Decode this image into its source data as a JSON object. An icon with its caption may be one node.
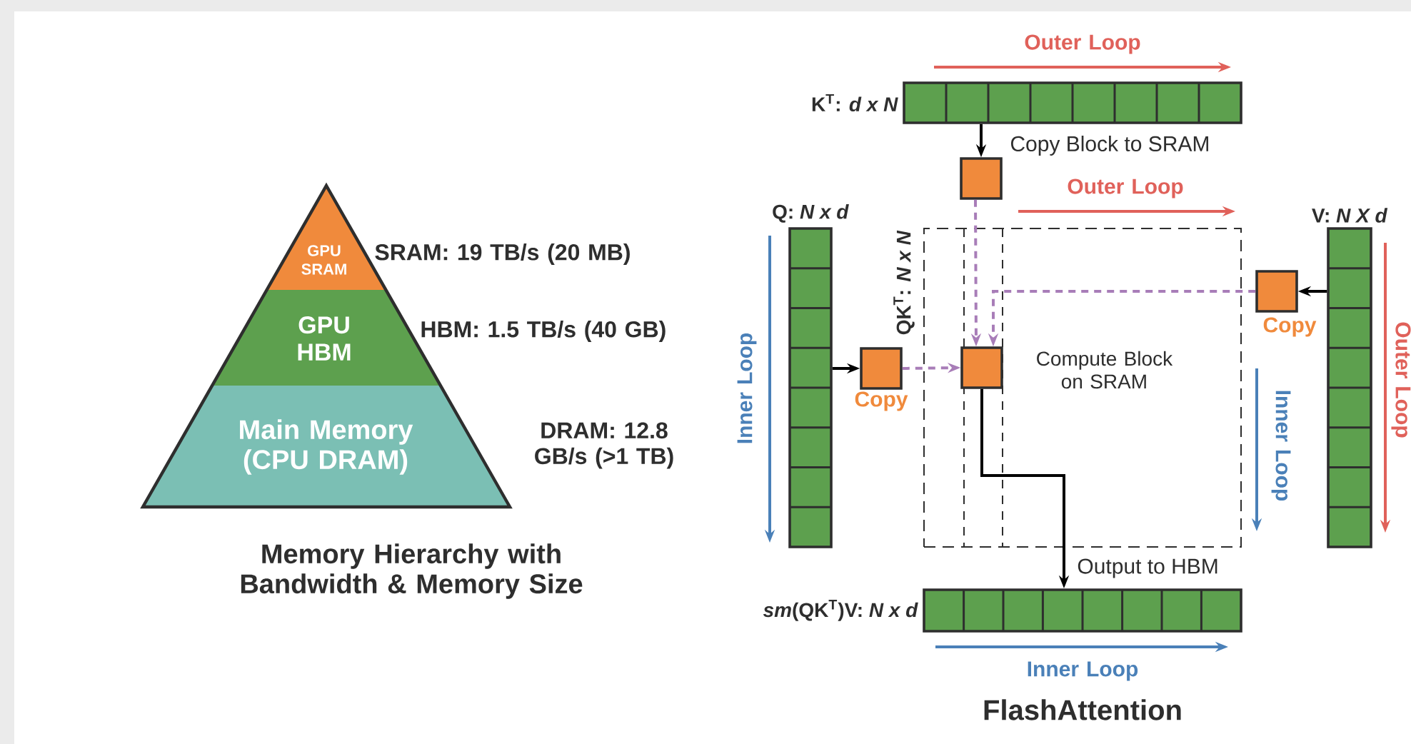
{
  "diagram": {
    "nodes": [
      {
        "text": [
          "GPU SRAM"
        ],
        "beside": [
          "SRAM: 19 TB/s (20 MB)"
        ]
      },
      {
        "text": [
          "GPU HBM"
        ],
        "beside": [
          "HBM: 1.5 TB/s (40 GB)"
        ]
      },
      {
        "text": [
          "Main Memory (CPU DRAM)"
        ],
        "beside": [
          "DRAM: 12.8 GB/s (>1 TB)"
        ]
      },
      {
        "text": [
          "K$^{T}$: *d x N*"
        ]
      },
      {
        "text": [],
        "shape": "box"
      },
      {
        "text": [
          "Q: *N x d*"
        ]
      },
      {
        "text": [],
        "shape": "box",
        "beside": [
          "Copy"
        ]
      },
      {
        "text": [
          "QK$^{T}$: *N x N*"
        ]
      },
      {
        "text": [],
        "shape": "box",
        "beside": [
          "Compute Block on SRAM"
        ],
        "in": 7
      },
      {
        "text": [
          "V: *N X d*"
        ]
      },
      {
        "text": [],
        "shape": "box",
        "beside": [
          "Copy"
        ]
      },
      {
        "text": [
          "*sm*(QK$^{T}$)V: *N x d*"
        ]
      }
    ],
    "edges": [
      {
        "from": 3,
        "to": 4,
        "arrow": "to",
        "label": "Copy Block to SRAM"
      },
      {
        "from": 4,
        "to": 8,
        "arrow": "to",
        "style": "dashed",
        "color": "#a87db8"
      },
      {
        "from": 5,
        "to": 6,
        "arrow": "to"
      },
      {
        "from": 6,
        "to": 8,
        "arrow": "to",
        "style": "dashed",
        "color": "#a87db8"
      },
      {
        "from": 9,
        "to": 10,
        "arrow": "to"
      },
      {
        "from": 10,
        "to": 8,
        "arrow": "to",
        "style": "dashed",
        "color": "#a87db8"
      },
      {
        "from": 8,
        "to": 11,
        "arrow": "to",
        "label": "Output to HBM"
      }
    ],
    "labels": [
      "Outer Loop",
      "Outer Loop",
      "Inner Loop",
      "Inner Loop",
      "Outer Loop",
      "Memory Hierarchy with Bandwidth & Memory Size",
      "Inner Loop",
      "FlashAttention"
    ]
  }
}
